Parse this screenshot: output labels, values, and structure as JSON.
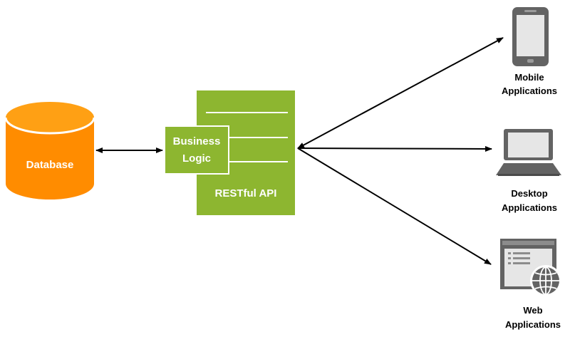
{
  "database": {
    "label": "Database"
  },
  "api": {
    "business_logic_line1": "Business",
    "business_logic_line2": "Logic",
    "label": "RESTful API"
  },
  "clients": [
    {
      "line1": "Mobile",
      "line2": "Applications",
      "icon": "smartphone-icon"
    },
    {
      "line1": "Desktop",
      "line2": "Applications",
      "icon": "laptop-icon"
    },
    {
      "line1": "Web",
      "line2": "Applications",
      "icon": "web-window-globe-icon"
    }
  ],
  "colors": {
    "database": "#ff8c00",
    "api": "#8db630",
    "device": "#636363",
    "arrow": "#000000"
  }
}
